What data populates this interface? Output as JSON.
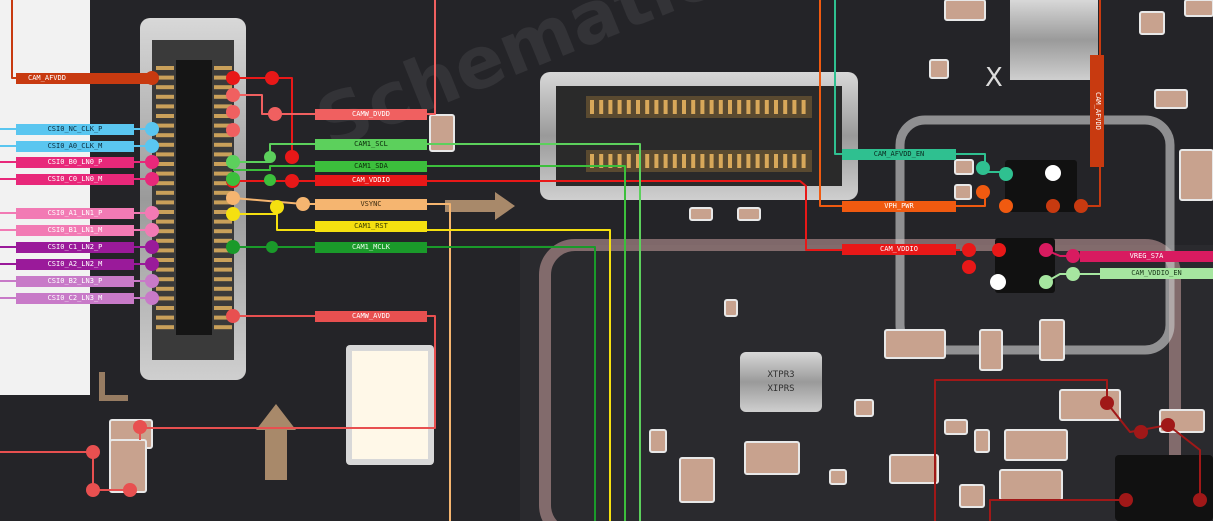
{
  "labels": {
    "cam_afvdd": "CAM_AFVDD",
    "csi0_nc_clk_p": "CSI0_NC_CLK_P",
    "csi0_a0_clk_m": "CSI0_A0_CLK_M",
    "csi0_b0_ln0_p": "CSI0_B0_LN0_P",
    "csi0_c0_ln0_m": "CSI0_C0_LN0_M",
    "csi0_a1_ln1_p": "CSI0_A1_LN1_P",
    "csi0_b1_ln1_m": "CSI0_B1_LN1_M",
    "csi0_c1_ln2_p": "CSI0_C1_LN2_P",
    "csi0_a2_ln2_m": "CSI0_A2_LN2_M",
    "csi0_b2_ln3_p": "CSI0_B2_LN3_P",
    "csi0_c2_ln3_m": "CSI0_C2_LN3_M",
    "camw_dvdd": "CAMW_DVDD",
    "cam1_scl": "CAM1_SCL",
    "cam1_sda": "CAM1_SDA",
    "cam_vddio": "CAM_VDDIO",
    "vsync": "VSYNC",
    "cam1_rst": "CAM1_RST",
    "cam1_mclk": "CAM1_MCLK",
    "camw_avdd": "CAMW_AVDD",
    "cam_afvdd_en": "CAM_AFVDD_EN",
    "vph_pwr": "VPH_PWR",
    "cam_vddio_right": "CAM_VDDIO",
    "vreg_s7a": "VREG_S7A",
    "cam_vddio_en": "CAM_VDDIO_EN",
    "cam_afvdd_vertical": "CAM_AFVDD"
  },
  "board_marks": {
    "crystal_top": "XTPR3",
    "crystal_bottom": "XIPRS",
    "silk_x": "X",
    "watermark": "Schematics"
  },
  "colors": {
    "board": "#242428",
    "cam_afvdd": "#c83a10",
    "csi_clk": "#5ac6f0",
    "csi_ln0": "#e8287a",
    "csi_ln1": "#f27ab4",
    "csi_ln2": "#9a1a9a",
    "csi_ln3": "#c87ac8",
    "camw_dvdd": "#f06060",
    "cam1_scl": "#5cd05c",
    "cam1_sda": "#3cbf3c",
    "cam_vddio": "#e81818",
    "vsync": "#f5b570",
    "cam1_rst": "#f5e010",
    "cam1_mclk": "#1a9a2a",
    "camw_avdd": "#e85050",
    "cam_afvdd_en": "#2fc090",
    "vph_pwr": "#f05a10",
    "vreg_s7a": "#d81b60",
    "cam_vddio_en": "#a6e6a0",
    "dark_red": "#a01818"
  }
}
